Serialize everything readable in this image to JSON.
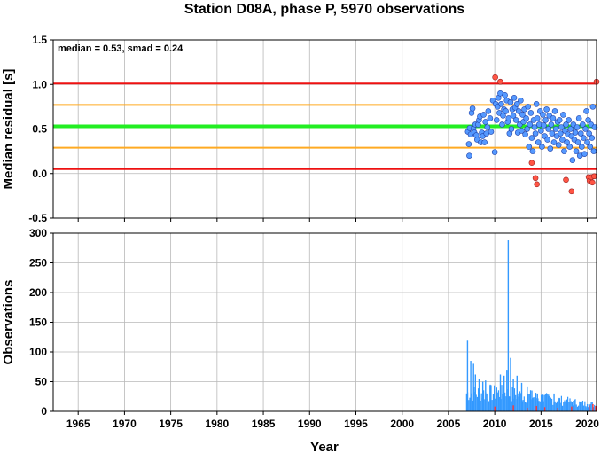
{
  "chart_data": {
    "title": "Station D08A, phase P, 5970 observations",
    "xlabel": "Year",
    "xlim": [
      1962.3,
      2021.0
    ],
    "xticks": [
      1965,
      1970,
      1975,
      1980,
      1985,
      1990,
      1995,
      2000,
      2005,
      2010,
      2015,
      2020
    ],
    "colors": {
      "inlier": "#5599ff",
      "outlier": "#ff5544",
      "median_line": "#22ee22",
      "smad_line": "#ffaa22",
      "outlier_line": "#ee1111",
      "bars": "#3399ff",
      "bars_outlier": "#ff3333"
    },
    "panels": [
      {
        "type": "scatter",
        "ylabel": "Median residual [s]",
        "ylim": [
          -0.5,
          1.5
        ],
        "yticks": [
          "-0.5",
          "0.0",
          "0.5",
          "1.0",
          "1.5"
        ],
        "annotation": "median = 0.53, smad = 0.24",
        "hlines": [
          {
            "y": 1.01,
            "role": "outlier_line"
          },
          {
            "y": 0.77,
            "role": "smad_line"
          },
          {
            "y": 0.53,
            "role": "median_line"
          },
          {
            "y": 0.29,
            "role": "smad_line"
          },
          {
            "y": 0.05,
            "role": "outlier_line"
          }
        ],
        "points": [
          [
            2007.1,
            0.47
          ],
          [
            2007.2,
            0.33
          ],
          [
            2007.25,
            0.2
          ],
          [
            2007.3,
            0.51
          ],
          [
            2007.4,
            0.44
          ],
          [
            2007.5,
            0.68
          ],
          [
            2007.6,
            0.73
          ],
          [
            2007.7,
            0.5
          ],
          [
            2007.8,
            0.46
          ],
          [
            2007.9,
            0.55
          ],
          [
            2008.0,
            0.43
          ],
          [
            2008.1,
            0.38
          ],
          [
            2008.2,
            0.55
          ],
          [
            2008.3,
            0.6
          ],
          [
            2008.4,
            0.64
          ],
          [
            2008.5,
            0.35
          ],
          [
            2008.6,
            0.46
          ],
          [
            2008.7,
            0.42
          ],
          [
            2008.8,
            0.66
          ],
          [
            2008.9,
            0.35
          ],
          [
            2009.0,
            0.58
          ],
          [
            2009.1,
            0.45
          ],
          [
            2009.2,
            0.52
          ],
          [
            2009.3,
            0.7
          ],
          [
            2009.5,
            0.62
          ],
          [
            2009.6,
            0.47
          ],
          [
            2009.8,
            0.82
          ],
          [
            2010.0,
            0.24
          ],
          [
            2010.1,
            0.78
          ],
          [
            2010.2,
            0.6
          ],
          [
            2010.3,
            0.75
          ],
          [
            2010.4,
            0.85
          ],
          [
            2010.5,
            0.68
          ],
          [
            2010.6,
            0.9
          ],
          [
            2010.7,
            0.78
          ],
          [
            2010.8,
            0.55
          ],
          [
            2010.9,
            0.65
          ],
          [
            2011.0,
            0.72
          ],
          [
            2011.1,
            0.88
          ],
          [
            2011.2,
            0.7
          ],
          [
            2011.3,
            0.82
          ],
          [
            2011.4,
            0.58
          ],
          [
            2011.5,
            0.62
          ],
          [
            2011.6,
            0.45
          ],
          [
            2011.7,
            0.8
          ],
          [
            2011.8,
            0.5
          ],
          [
            2011.9,
            0.72
          ],
          [
            2012.0,
            0.65
          ],
          [
            2012.1,
            0.85
          ],
          [
            2012.2,
            0.74
          ],
          [
            2012.3,
            0.6
          ],
          [
            2012.4,
            0.78
          ],
          [
            2012.5,
            0.46
          ],
          [
            2012.6,
            0.7
          ],
          [
            2012.7,
            0.55
          ],
          [
            2012.8,
            0.82
          ],
          [
            2012.9,
            0.48
          ],
          [
            2013.0,
            0.66
          ],
          [
            2013.1,
            0.58
          ],
          [
            2013.2,
            0.72
          ],
          [
            2013.3,
            0.44
          ],
          [
            2013.4,
            0.62
          ],
          [
            2013.5,
            0.5
          ],
          [
            2013.6,
            0.75
          ],
          [
            2013.7,
            0.3
          ],
          [
            2013.8,
            0.55
          ],
          [
            2013.9,
            0.68
          ],
          [
            2014.0,
            0.4
          ],
          [
            2014.1,
            0.25
          ],
          [
            2014.2,
            0.6
          ],
          [
            2014.3,
            0.52
          ],
          [
            2014.4,
            0.45
          ],
          [
            2014.5,
            0.78
          ],
          [
            2014.6,
            0.62
          ],
          [
            2014.7,
            0.35
          ],
          [
            2014.8,
            0.55
          ],
          [
            2014.9,
            0.7
          ],
          [
            2015.0,
            0.48
          ],
          [
            2015.1,
            0.3
          ],
          [
            2015.2,
            0.66
          ],
          [
            2015.3,
            0.54
          ],
          [
            2015.4,
            0.42
          ],
          [
            2015.5,
            0.6
          ],
          [
            2015.6,
            0.72
          ],
          [
            2015.7,
            0.38
          ],
          [
            2015.8,
            0.5
          ],
          [
            2015.9,
            0.65
          ],
          [
            2016.0,
            0.28
          ],
          [
            2016.1,
            0.55
          ],
          [
            2016.2,
            0.45
          ],
          [
            2016.3,
            0.62
          ],
          [
            2016.4,
            0.35
          ],
          [
            2016.5,
            0.7
          ],
          [
            2016.6,
            0.5
          ],
          [
            2016.7,
            0.42
          ],
          [
            2016.8,
            0.58
          ],
          [
            2016.9,
            0.32
          ],
          [
            2017.0,
            0.6
          ],
          [
            2017.1,
            0.45
          ],
          [
            2017.2,
            0.52
          ],
          [
            2017.3,
            0.38
          ],
          [
            2017.4,
            0.66
          ],
          [
            2017.5,
            0.25
          ],
          [
            2017.6,
            0.48
          ],
          [
            2017.7,
            0.55
          ],
          [
            2017.8,
            0.35
          ],
          [
            2017.9,
            0.44
          ],
          [
            2018.0,
            0.6
          ],
          [
            2018.1,
            0.3
          ],
          [
            2018.2,
            0.5
          ],
          [
            2018.3,
            0.42
          ],
          [
            2018.4,
            0.15
          ],
          [
            2018.5,
            0.55
          ],
          [
            2018.6,
            0.38
          ],
          [
            2018.7,
            0.46
          ],
          [
            2018.8,
            0.25
          ],
          [
            2018.9,
            0.52
          ],
          [
            2019.0,
            0.35
          ],
          [
            2019.1,
            0.62
          ],
          [
            2019.2,
            0.2
          ],
          [
            2019.3,
            0.45
          ],
          [
            2019.4,
            0.3
          ],
          [
            2019.5,
            0.55
          ],
          [
            2019.6,
            0.4
          ],
          [
            2019.7,
            0.22
          ],
          [
            2019.8,
            0.5
          ],
          [
            2019.9,
            0.7
          ],
          [
            2020.0,
            0.35
          ],
          [
            2020.1,
            0.6
          ],
          [
            2020.2,
            0.45
          ],
          [
            2020.3,
            0.3
          ],
          [
            2020.4,
            0.55
          ],
          [
            2020.5,
            0.4
          ],
          [
            2020.6,
            0.75
          ],
          [
            2020.7,
            0.25
          ],
          [
            2020.8,
            0.52
          ]
        ],
        "outliers": [
          [
            2010.05,
            1.08
          ],
          [
            2010.6,
            1.03
          ],
          [
            2014.0,
            0.12
          ],
          [
            2014.4,
            -0.05
          ],
          [
            2014.55,
            -0.12
          ],
          [
            2017.7,
            -0.07
          ],
          [
            2018.3,
            -0.2
          ],
          [
            2020.15,
            -0.04
          ],
          [
            2020.25,
            -0.08
          ],
          [
            2020.45,
            -0.04
          ],
          [
            2020.55,
            -0.1
          ],
          [
            2020.75,
            -0.03
          ],
          [
            2021.0,
            1.03
          ]
        ]
      },
      {
        "type": "bar",
        "ylabel": "Observations",
        "ylim": [
          0,
          300
        ],
        "yticks": [
          "0",
          "50",
          "100",
          "150",
          "200",
          "250",
          "300"
        ],
        "spikes": [
          [
            2007.05,
            119
          ],
          [
            2007.4,
            85
          ],
          [
            2007.7,
            80
          ],
          [
            2007.9,
            62
          ],
          [
            2008.3,
            55
          ],
          [
            2008.7,
            50
          ],
          [
            2009.0,
            52
          ],
          [
            2009.5,
            45
          ],
          [
            2010.2,
            40
          ],
          [
            2010.6,
            62
          ],
          [
            2011.0,
            60
          ],
          [
            2011.3,
            70
          ],
          [
            2011.45,
            288
          ],
          [
            2011.7,
            90
          ],
          [
            2012.0,
            55
          ],
          [
            2012.4,
            60
          ],
          [
            2012.9,
            48
          ],
          [
            2013.5,
            42
          ],
          [
            2014.0,
            35
          ],
          [
            2014.6,
            30
          ],
          [
            2015.2,
            28
          ],
          [
            2015.8,
            25
          ],
          [
            2016.4,
            30
          ],
          [
            2017.0,
            22
          ],
          [
            2017.8,
            20
          ],
          [
            2018.5,
            18
          ],
          [
            2019.2,
            15
          ],
          [
            2020.0,
            12
          ]
        ],
        "outlier_bars": [
          [
            2010.0,
            8
          ],
          [
            2012.0,
            10
          ],
          [
            2013.5,
            6
          ],
          [
            2014.5,
            9
          ],
          [
            2015.4,
            7
          ],
          [
            2016.8,
            6
          ],
          [
            2018.3,
            8
          ],
          [
            2020.2,
            10
          ],
          [
            2020.6,
            12
          ],
          [
            2020.9,
            9
          ]
        ]
      }
    ]
  }
}
